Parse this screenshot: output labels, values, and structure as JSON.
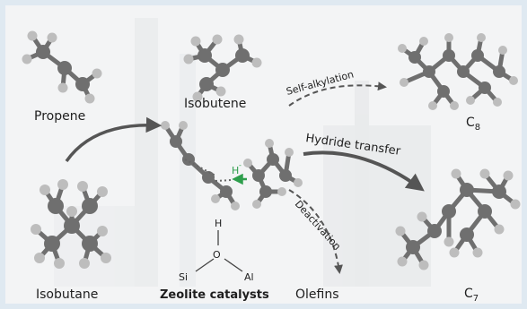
{
  "colors": {
    "background": "#f3f4f5",
    "frame": "#dfe9f1",
    "carbon": "#6f6f6f",
    "hydrogen": "#bdbdbd",
    "arrow": "#555555",
    "hydride": "#2e9e4c",
    "text": "#1e1e1e"
  },
  "molecules": {
    "propene": "Propene",
    "isobutene": "Isobutene",
    "isobutane": "Isobutane",
    "c8_prefix": "C",
    "c8_sub": "8",
    "c7_prefix": "C",
    "c7_sub": "7",
    "olefins": "Olefins"
  },
  "reactions": {
    "self_alkylation": "Self-alkylation",
    "hydride_transfer": "Hydride transfer",
    "deactivation": "Deactivation"
  },
  "hydride": {
    "symbol": "H",
    "charge": "-"
  },
  "catalyst": {
    "h": "H",
    "o": "O",
    "si": "Si",
    "al": "Al",
    "title": "Zeolite catalysts"
  }
}
